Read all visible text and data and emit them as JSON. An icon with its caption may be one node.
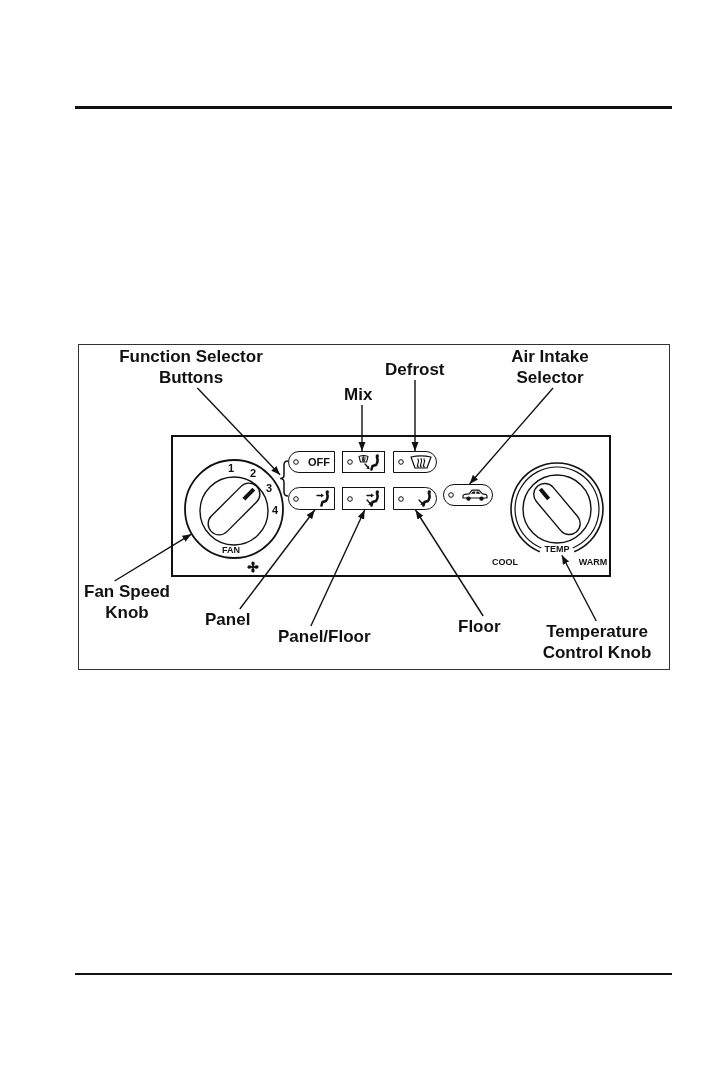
{
  "diagram": {
    "nodes": [
      {
        "text": [
          "Function Selector Buttons"
        ]
      },
      {
        "text": [
          "Mix"
        ]
      },
      {
        "text": [
          "Defrost"
        ]
      },
      {
        "text": [
          "Air Intake Selector"
        ]
      },
      {
        "text": [],
        "shape": "box"
      },
      {
        "text": [
          "1",
          "2",
          "3",
          "4",
          "FAN"
        ],
        "in": 4
      },
      {
        "text": [],
        "shape": "bracket",
        "in": 4
      },
      {
        "text": [
          "OFF"
        ],
        "in": 4
      },
      {
        "text": [],
        "shape": "box",
        "in": 4
      },
      {
        "text": [],
        "shape": "box",
        "in": 4
      },
      {
        "text": [],
        "shape": "box",
        "in": 4
      },
      {
        "text": [],
        "shape": "box",
        "in": 4
      },
      {
        "text": [],
        "shape": "box",
        "in": 4
      },
      {
        "text": [],
        "shape": "box",
        "in": 4
      },
      {
        "text": [
          "TEMP"
        ],
        "beside": [
          "COOL",
          "WARM"
        ],
        "in": 4
      },
      {
        "text": [
          "Fan Speed Knob"
        ]
      },
      {
        "text": [
          "Panel"
        ]
      },
      {
        "text": [
          "Panel/Floor"
        ]
      },
      {
        "text": [
          "Floor"
        ]
      },
      {
        "text": [
          "Temperature Control Knob"
        ]
      }
    ],
    "edges": [
      {
        "from": 0,
        "to": 6,
        "arrow": "to"
      },
      {
        "from": 1,
        "to": 8,
        "arrow": "to"
      },
      {
        "from": 2,
        "to": 9,
        "arrow": "to"
      },
      {
        "from": 3,
        "to": 13,
        "arrow": "to"
      },
      {
        "from": 15,
        "to": 5,
        "arrow": "to"
      },
      {
        "from": 16,
        "to": 10,
        "arrow": "to"
      },
      {
        "from": 17,
        "to": 11,
        "arrow": "to"
      },
      {
        "from": 18,
        "to": 12,
        "arrow": "to"
      },
      {
        "from": 19,
        "to": 14,
        "arrow": "to"
      }
    ]
  }
}
